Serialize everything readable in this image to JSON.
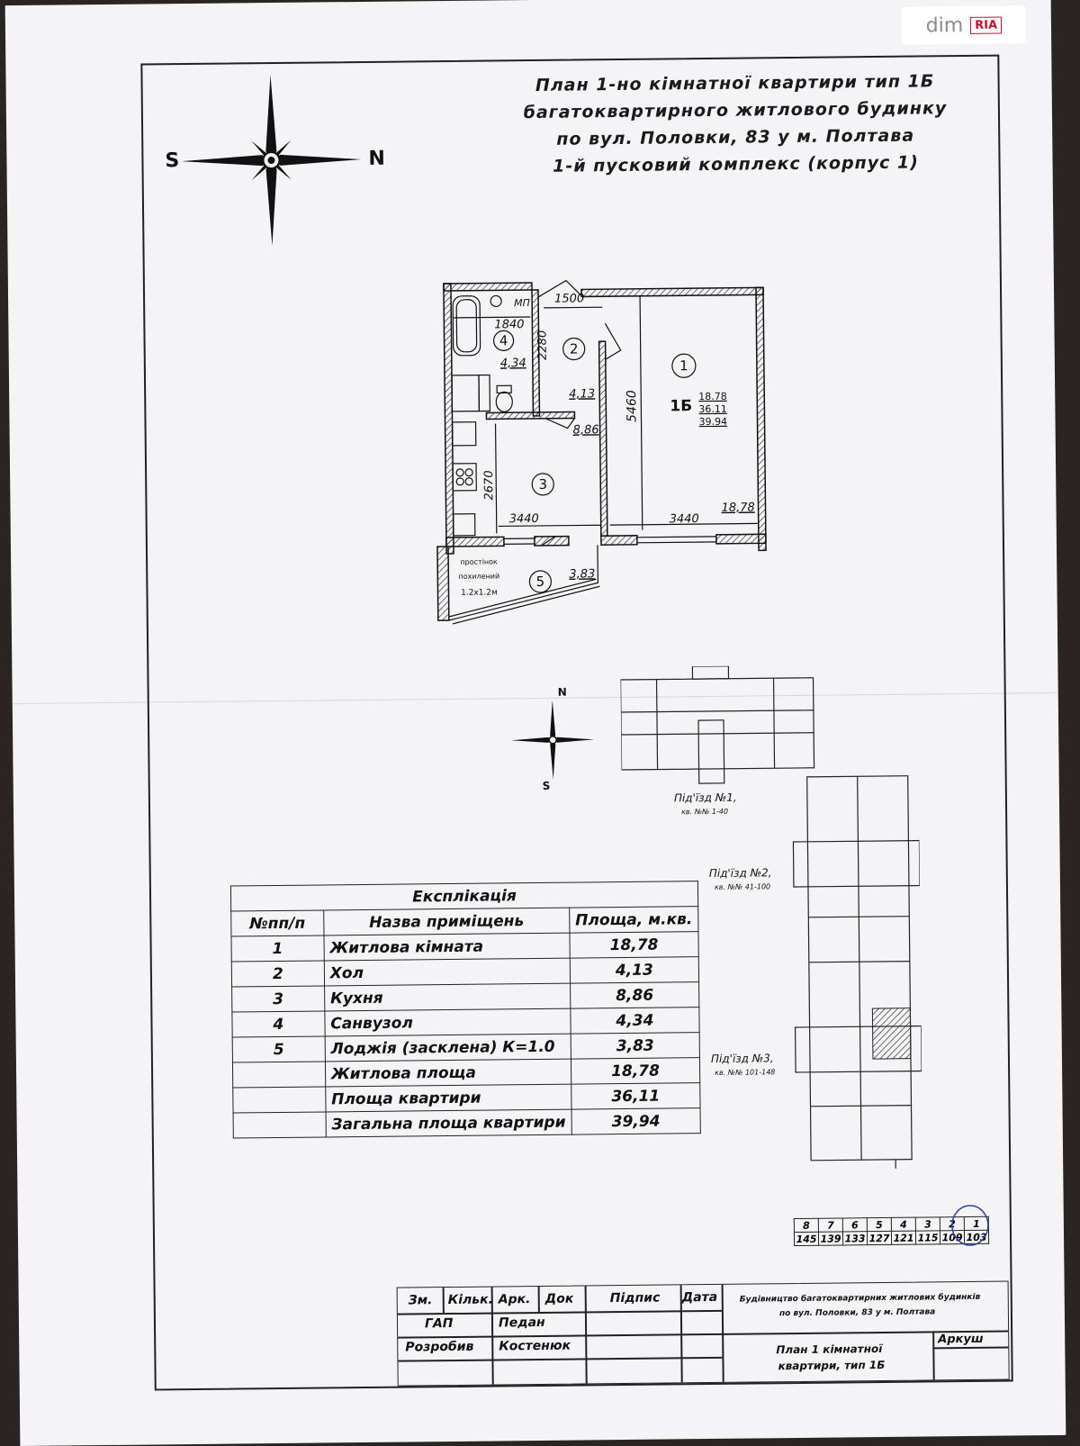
{
  "watermark": {
    "site": "dim",
    "brand": "RIA"
  },
  "title": {
    "line1": "План  1-но кімнатної квартири тип 1Б",
    "line2": "багатоквартирного  житлового будинку",
    "line3": "по вул. Половки, 83 у м. Полтава",
    "line4": "1-й пусковий комплекс  (корпус 1)"
  },
  "compass_main": {
    "west": "S",
    "east": "N"
  },
  "compass_small": {
    "north": "N",
    "south": "S"
  },
  "plan": {
    "dims": {
      "d1500": "1500",
      "d1840": "1840",
      "d2280": "2280",
      "d5460": "5460",
      "d2670": "2670",
      "d3440a": "3440",
      "d3440b": "3440"
    },
    "mp": "МП",
    "rooms": [
      {
        "num": "1",
        "area": "18,78"
      },
      {
        "num": "2",
        "area": "4,13"
      },
      {
        "num": "3",
        "area": "8,86"
      },
      {
        "num": "4",
        "area": "4,34"
      },
      {
        "num": "5",
        "area": "3,83"
      }
    ],
    "apt_type": "1Б",
    "apt_areas": [
      "18.78",
      "36.11",
      "39.94"
    ],
    "wall_note": [
      "простінок",
      "похилений",
      "1.2х1.2м"
    ]
  },
  "site_plan": {
    "entrance1": {
      "name": "Під'їзд №1,",
      "apts": "кв. №№ 1-40"
    },
    "entrance2": {
      "name": "Під'їзд №2,",
      "apts": "кв. №№ 41-100"
    },
    "entrance3": {
      "name": "Під'їзд №3,",
      "apts": "кв. №№ 101-148"
    }
  },
  "explication": {
    "title": "Експлікація",
    "headers": {
      "num": "№пп/п",
      "name": "Назва приміщень",
      "area": "Площа, м.кв."
    },
    "rows": [
      {
        "num": "1",
        "name": "Житлова кімната",
        "area": "18,78"
      },
      {
        "num": "2",
        "name": "Хол",
        "area": "4,13"
      },
      {
        "num": "3",
        "name": "Кухня",
        "area": "8,86"
      },
      {
        "num": "4",
        "name": "Санвузол",
        "area": "4,34"
      },
      {
        "num": "5",
        "name": "Лоджія (засклена) К=1.0",
        "area": "3,83"
      },
      {
        "num": "",
        "name": "Житлова площа",
        "area": "18,78"
      },
      {
        "num": "",
        "name": "Площа квартири",
        "area": "36,11"
      },
      {
        "num": "",
        "name": "Загальна площа квартири",
        "area": "39,94"
      }
    ]
  },
  "floors": {
    "top": [
      "8",
      "7",
      "6",
      "5",
      "4",
      "3",
      "2",
      "1"
    ],
    "bottom": [
      "145",
      "139",
      "133",
      "127",
      "121",
      "115",
      "109",
      "103"
    ]
  },
  "stamp": {
    "zm": "Зм.",
    "kilk": "Кільк.",
    "ark": "Арк.",
    "dok": "Док",
    "pidpys": "Підпис",
    "data": "Дата",
    "gap": "ГАП",
    "gap_name": "Педан",
    "rozrobyv": "Розробив",
    "rozrobyv_name": "Костенюк",
    "project1": "Будівництво багатоквартирних житлових будинків",
    "project2": "по вул. Половки, 83 у м. Полтава",
    "sheet_title1": "План 1 кімнатної",
    "sheet_title2": "квартири, тип 1Б",
    "arkush": "Аркуш"
  },
  "colors": {
    "paper": "#f4f4f6",
    "ink": "#1a1a1a",
    "circle_mark": "#2a3fa8",
    "watermark_red": "#c8102e"
  }
}
